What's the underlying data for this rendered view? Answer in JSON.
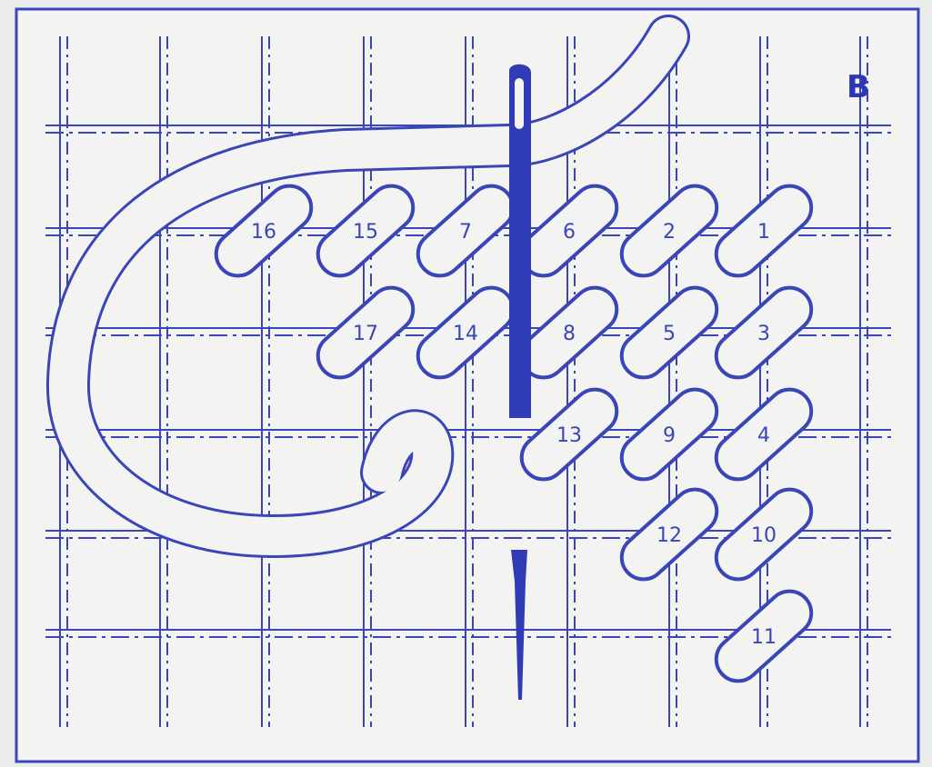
{
  "panel": {
    "label": "B"
  },
  "colors": {
    "ink": "#3a45b8",
    "paper": "#f1f3f1",
    "background": "#eef0ee"
  },
  "stitches": [
    {
      "label": "1",
      "col": 8,
      "row": 1
    },
    {
      "label": "2",
      "col": 7,
      "row": 1
    },
    {
      "label": "3",
      "col": 8,
      "row": 2
    },
    {
      "label": "4",
      "col": 8,
      "row": 3
    },
    {
      "label": "5",
      "col": 7,
      "row": 2
    },
    {
      "label": "6",
      "col": 6,
      "row": 1
    },
    {
      "label": "7",
      "col": 5,
      "row": 1
    },
    {
      "label": "8",
      "col": 6,
      "row": 2
    },
    {
      "label": "9",
      "col": 7,
      "row": 3
    },
    {
      "label": "10",
      "col": 8,
      "row": 4
    },
    {
      "label": "11",
      "col": 8,
      "row": 5
    },
    {
      "label": "12",
      "col": 7,
      "row": 4
    },
    {
      "label": "13",
      "col": 6,
      "row": 3
    },
    {
      "label": "14",
      "col": 5,
      "row": 2
    },
    {
      "label": "15",
      "col": 4,
      "row": 1
    },
    {
      "label": "16",
      "col": 3,
      "row": 1
    },
    {
      "label": "17",
      "col": 4,
      "row": 2
    }
  ]
}
